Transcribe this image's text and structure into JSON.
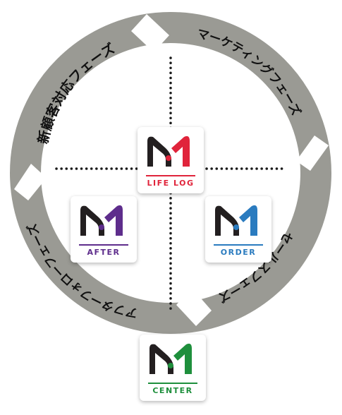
{
  "phases": {
    "new_customer": "新顧客対応フェーズ",
    "marketing": "マーケティングフェーズ",
    "sales": "セールスフェーズ",
    "after_follow": "アフターフォローフェーズ"
  },
  "apps": {
    "lifelog": {
      "label": "LIFE LOG",
      "color": "#e0243b"
    },
    "after": {
      "label": "AFTER",
      "color": "#5e2d8c"
    },
    "order": {
      "label": "ORDER",
      "color": "#2a7bbf"
    },
    "center": {
      "label": "CENTER",
      "color": "#1e8f3c"
    }
  },
  "colors": {
    "ring": "#9a9a94",
    "logo_dark": "#231f20",
    "dots": "#1a1a1a"
  }
}
